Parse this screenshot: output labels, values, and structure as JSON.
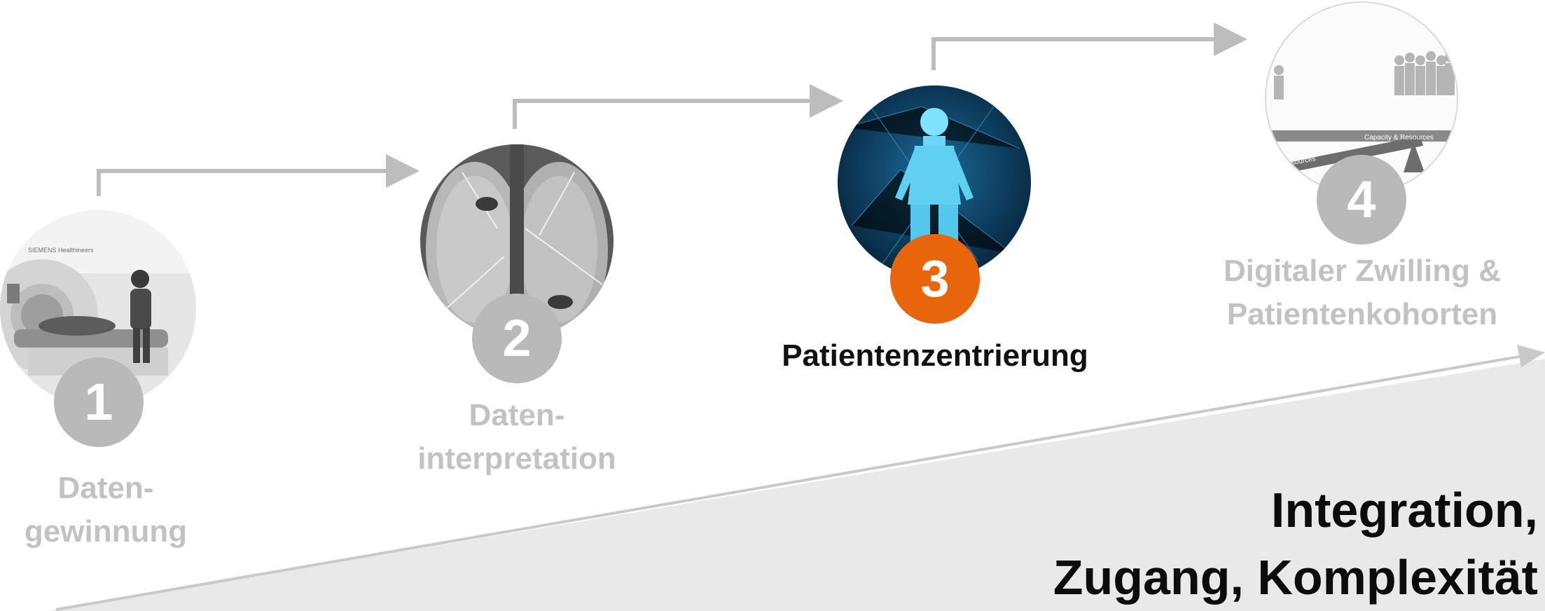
{
  "steps": [
    {
      "number": "1",
      "label_line1": "Daten-",
      "label_line2": "gewinnung",
      "active": false
    },
    {
      "number": "2",
      "label_line1": "Daten-",
      "label_line2": "interpretation",
      "active": false
    },
    {
      "number": "3",
      "label_line1": "Patientenzentrierung",
      "label_line2": "",
      "active": true
    },
    {
      "number": "4",
      "label_line1": "Digitaler Zwilling &",
      "label_line2": "Patientenkohorten",
      "active": false
    }
  ],
  "images": {
    "scanner_brand": "SIEMENS Healthineers",
    "balance_right": "Capacity & Resources",
    "balance_left": "Resources"
  },
  "wedge": {
    "line1": "Integration,",
    "line2": "Zugang, Komplexität"
  },
  "colors": {
    "accent": "#e8650c",
    "inactive": "#b9b9b9",
    "inactive_text": "#c2c2c2",
    "arrows": "#bdbdbd",
    "wedge_fill": "#e9e9e9"
  }
}
